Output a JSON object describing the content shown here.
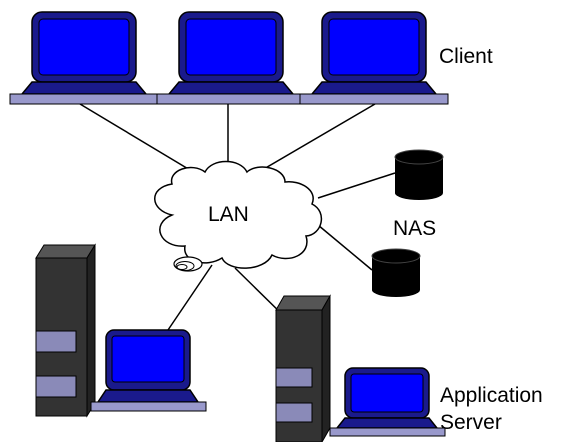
{
  "labels": {
    "client": "Client",
    "lan": "LAN",
    "nas": "NAS",
    "application": "Application",
    "server": "Server"
  },
  "colors": {
    "monitor_frame": "#1a1a8c",
    "monitor_screen": "#0000ff",
    "keyboard_base": "#9999cc",
    "server_tower": "#333333",
    "server_bay": "#8a8ab8",
    "nas_disk": "#000000",
    "link": "#000000"
  },
  "icons": {
    "client_monitor": "computer-monitor-icon",
    "server": "server-tower-icon",
    "nas": "disk-storage-icon",
    "lan": "cloud-icon"
  }
}
